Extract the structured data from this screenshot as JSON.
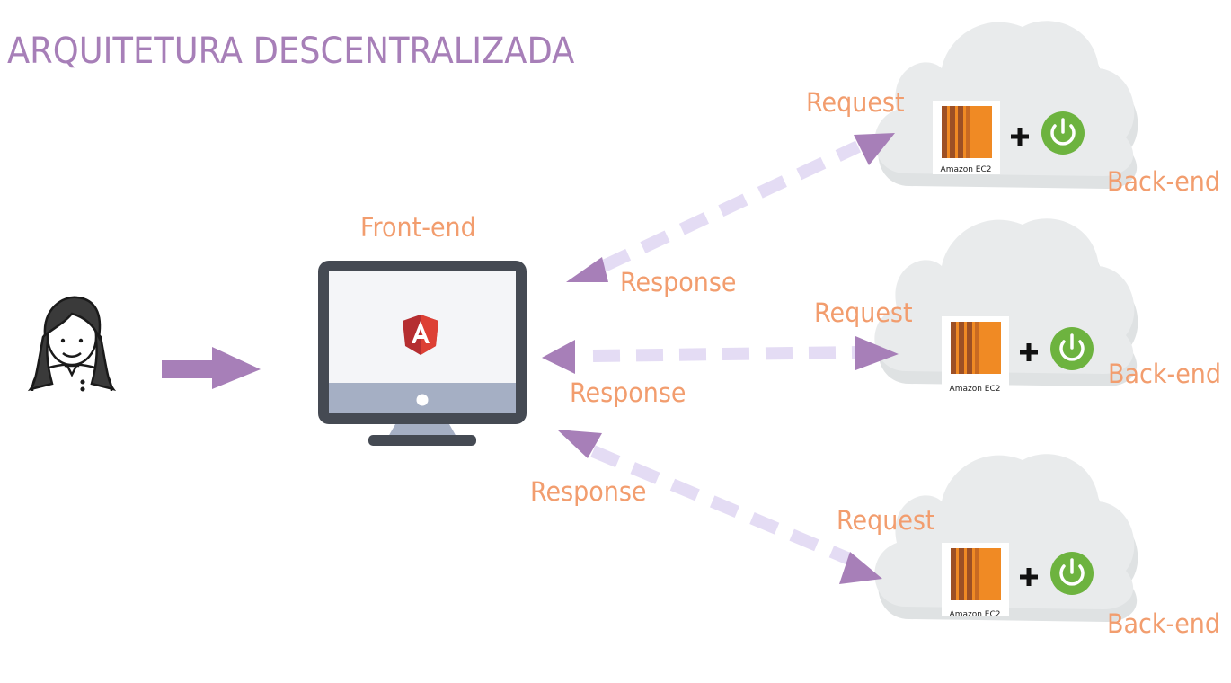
{
  "title": "ARQUITETURA DESCENTRALIZADA",
  "frontend_label": "Front-end",
  "backends": [
    {
      "request_label": "Request",
      "response_label": "Response",
      "backend_label": "Back-end",
      "ec2_caption": "Amazon EC2"
    },
    {
      "request_label": "Request",
      "response_label": "Response",
      "backend_label": "Back-end",
      "ec2_caption": "Amazon EC2"
    },
    {
      "request_label": "Request",
      "response_label": "Response",
      "backend_label": "Back-end",
      "ec2_caption": "Amazon EC2"
    }
  ],
  "icons": [
    "user-avatar-icon",
    "monitor-icon",
    "angular-logo-icon",
    "cloud-icon",
    "amazon-ec2-icon",
    "spring-power-icon",
    "plus-icon",
    "arrow-icon"
  ],
  "colors": {
    "title": "#a77fb8",
    "labels": "#f29d6e",
    "arrow_solid": "#a77fb8",
    "arrow_dash": "#e4dcf4",
    "cloud": "#e9ebec",
    "monitor_frame": "#454a53",
    "ec2_orange": "#f08a24",
    "spring_green": "#6db33f"
  }
}
